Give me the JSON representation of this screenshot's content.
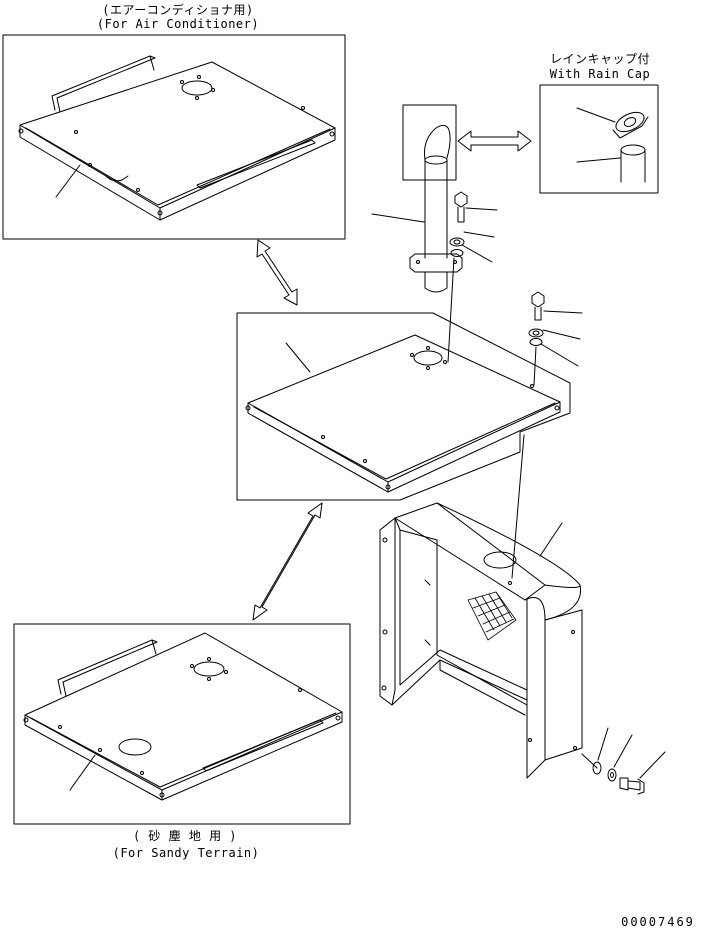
{
  "labels": {
    "air_conditioner_jp": "(エアーコンディショナ用)",
    "air_conditioner_en": "(For Air Conditioner)",
    "rain_cap_jp": "レインキャップ付",
    "rain_cap_en": "With Rain Cap",
    "sandy_terrain_jp": "( 砂 塵 地 用 )",
    "sandy_terrain_en": "(For Sandy Terrain)",
    "drawing_number": "00007469"
  }
}
